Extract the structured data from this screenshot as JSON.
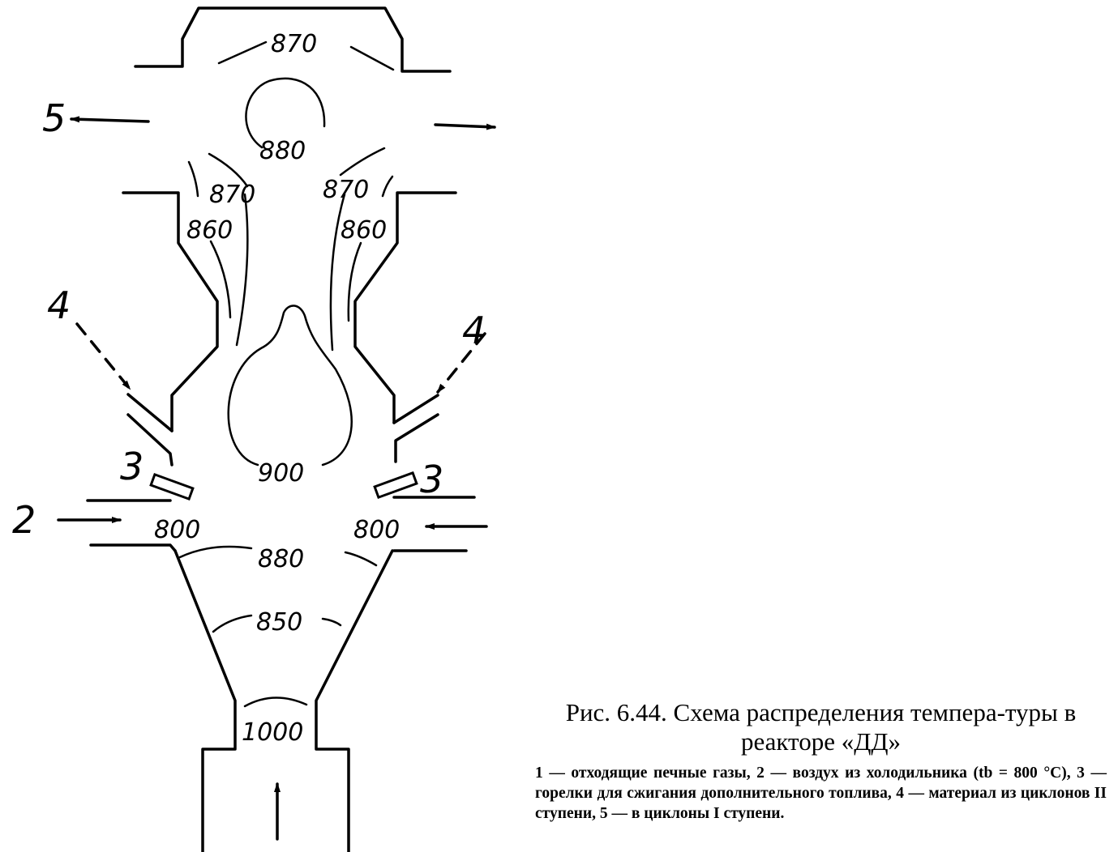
{
  "figure": {
    "title": "Рис. 6.44.  Схема распределения темпера-туры в реакторе «ДД»",
    "legend": "1 — отходящие печные газы, 2 — воздух из холодильника (tb = 800 °C), 3 — горелки для сжигания дополнительного топлива, 4 — материал из циклонов II ступени, 5 — в циклоны I ступени."
  },
  "labels": {
    "gas_out_left": "5",
    "air_in_left": "2",
    "material_left": "4",
    "material_right": "4",
    "burner_left": "3",
    "burner_right": "3"
  },
  "temperatures": {
    "top": "870",
    "upper_loop": "880",
    "throat_left_upper": "870",
    "throat_right_upper": "870",
    "throat_left_lower": "860",
    "throat_right_lower": "860",
    "core": "900",
    "inlet_left": "800",
    "inlet_right": "800",
    "cone_upper": "880",
    "cone_middle": "850",
    "bottom": "1000"
  }
}
